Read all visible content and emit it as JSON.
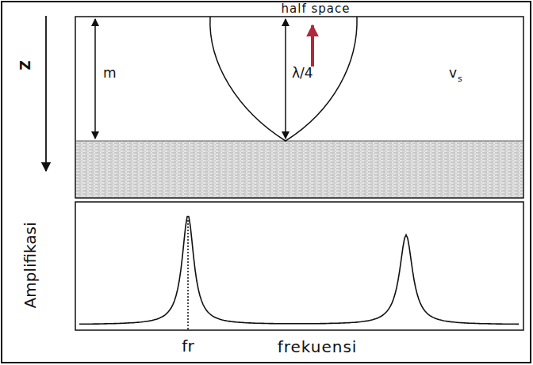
{
  "diagram": {
    "labels": [
      "half space",
      "Z",
      "m",
      "λ/4",
      "v",
      "s",
      "Amplifikasi",
      "fr",
      "frekuensi"
    ]
  }
}
